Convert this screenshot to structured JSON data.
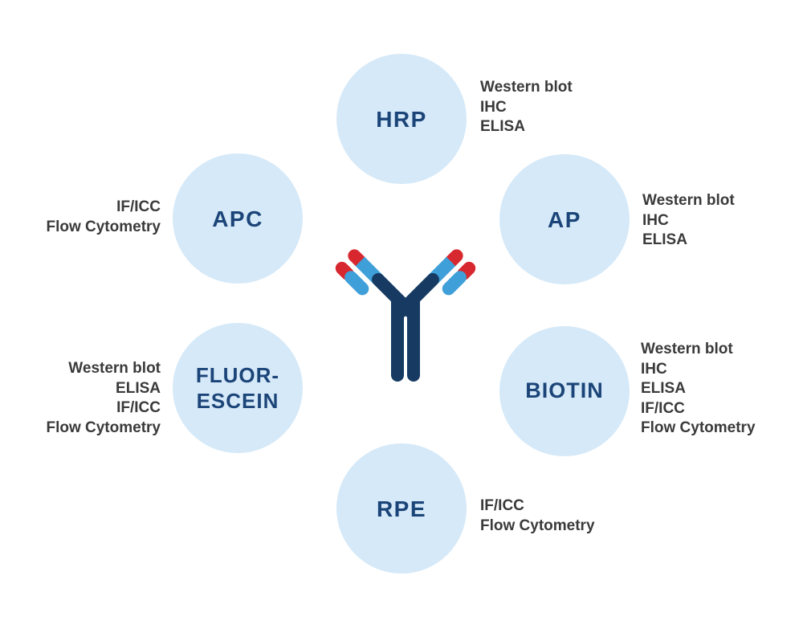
{
  "diagram": {
    "type": "antibody-conjugate-applications",
    "center_icon": "antibody-icon",
    "colors": {
      "circle_fill": "#d5e9f8",
      "label": "#1b4478",
      "app_text": "#3a3a3a",
      "antibody_navy": "#163a62",
      "antibody_blue": "#3f9fd8",
      "antibody_red": "#d7282f"
    },
    "nodes": [
      {
        "id": "hrp",
        "label": "HRP",
        "applications": [
          "Western blot",
          "IHC",
          "ELISA"
        ]
      },
      {
        "id": "ap",
        "label": "AP",
        "applications": [
          "Western blot",
          "IHC",
          "ELISA"
        ]
      },
      {
        "id": "biotin",
        "label": "BIOTIN",
        "applications": [
          "Western blot",
          "IHC",
          "ELISA",
          "IF/ICC",
          "Flow Cytometry"
        ]
      },
      {
        "id": "rpe",
        "label": "RPE",
        "applications": [
          "IF/ICC",
          "Flow Cytometry"
        ]
      },
      {
        "id": "fluorescein",
        "label": "FLUOR-\nESCEIN",
        "applications": [
          "Western blot",
          "ELISA",
          "IF/ICC",
          "Flow Cytometry"
        ]
      },
      {
        "id": "apc",
        "label": "APC",
        "applications": [
          "IF/ICC",
          "Flow Cytometry"
        ]
      }
    ]
  }
}
